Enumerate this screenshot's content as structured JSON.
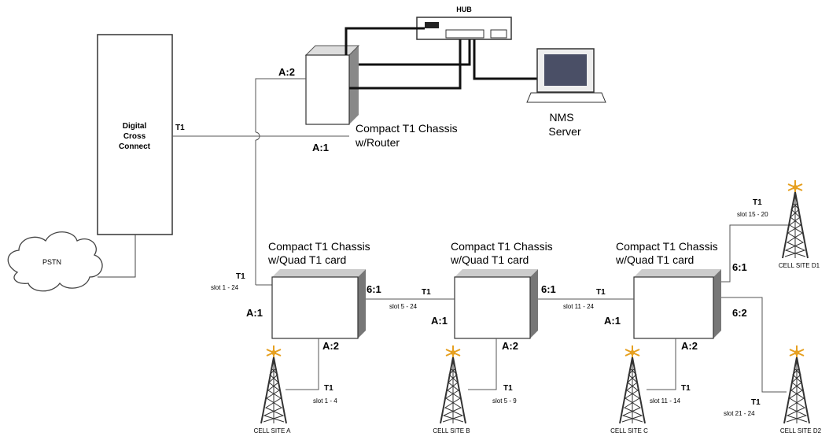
{
  "hub": {
    "label": "HUB"
  },
  "dcc": {
    "line1": "Digital",
    "line2": "Cross",
    "line3": "Connect"
  },
  "pstn": {
    "label": "PSTN"
  },
  "nms": {
    "line1": "NMS",
    "line2": "Server"
  },
  "router_chassis": {
    "title1": "Compact T1 Chassis",
    "title2": "w/Router",
    "port_a2": "A:2",
    "port_a1": "A:1"
  },
  "dcc_link": {
    "label": "T1"
  },
  "chassis": [
    {
      "title1": "Compact T1 Chassis",
      "title2": "w/Quad T1 card",
      "port_in": "A:1",
      "port_out": "6:1",
      "port_down": "A:2"
    },
    {
      "title1": "Compact T1 Chassis",
      "title2": "w/Quad T1 card",
      "port_in": "A:1",
      "port_out": "6:1",
      "port_down": "A:2"
    },
    {
      "title1": "Compact T1 Chassis",
      "title2": "w/Quad T1 card",
      "port_in": "A:1",
      "port_out": "6:1",
      "port_down": "6:2",
      "port_down2": "A:2"
    }
  ],
  "links": {
    "uplink": {
      "t": "T1",
      "slot": "slot 1 - 24"
    },
    "ab": {
      "t": "T1",
      "slot": "slot 5 - 24"
    },
    "bc": {
      "t": "T1",
      "slot": "slot 11 - 24"
    },
    "sa": {
      "t": "T1",
      "slot": "slot 1 - 4"
    },
    "sb": {
      "t": "T1",
      "slot": "slot 5 - 9"
    },
    "sc": {
      "t": "T1",
      "slot": "slot 11 - 14"
    },
    "sd1": {
      "t": "T1",
      "slot": "slot 15 - 20"
    },
    "sd2": {
      "t": "T1",
      "slot": "slot 21 - 24"
    }
  },
  "sites": {
    "a": "CELL SITE A",
    "b": "CELL SITE B",
    "c": "CELL SITE C",
    "d1": "CELL SITE D1",
    "d2": "CELL SITE D2"
  }
}
